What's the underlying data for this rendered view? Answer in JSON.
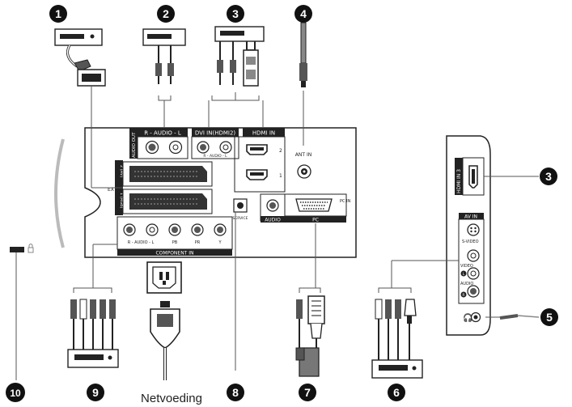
{
  "callouts": [
    "1",
    "2",
    "3",
    "4",
    "5",
    "6",
    "7",
    "8",
    "9",
    "10"
  ],
  "rear_panel": {
    "audio_out": "AUDIO OUT",
    "audio_lr": "R - AUDIO - L",
    "dvi_hdmi2": "DVI IN(HDMI2)",
    "dvi_audio": "R - AUDIO - L",
    "hdmi_in": "HDMI IN",
    "hdmi_port_2": "2",
    "hdmi_port_1": "1",
    "ant_in": "ANT IN",
    "ext": "EXT",
    "ext2": "2 (AV)",
    "ext1": "1 (RGB)",
    "service": "SERVICE",
    "audio": "AUDIO",
    "pc": "PC",
    "pc_in": "PC IN",
    "component_audio": "R - AUDIO - L",
    "pb": "PB",
    "pr": "PR",
    "y": "Y",
    "component_in": "COMPONENT IN"
  },
  "side_panel": {
    "hdmi_in3": "HDMI IN 3",
    "av_in": "AV IN",
    "s_video": "S-VIDEO",
    "video": "VIDEO",
    "audio": "AUDIO",
    "audio_l": "L",
    "audio_r": "R"
  },
  "power_label": "Netvoeding"
}
